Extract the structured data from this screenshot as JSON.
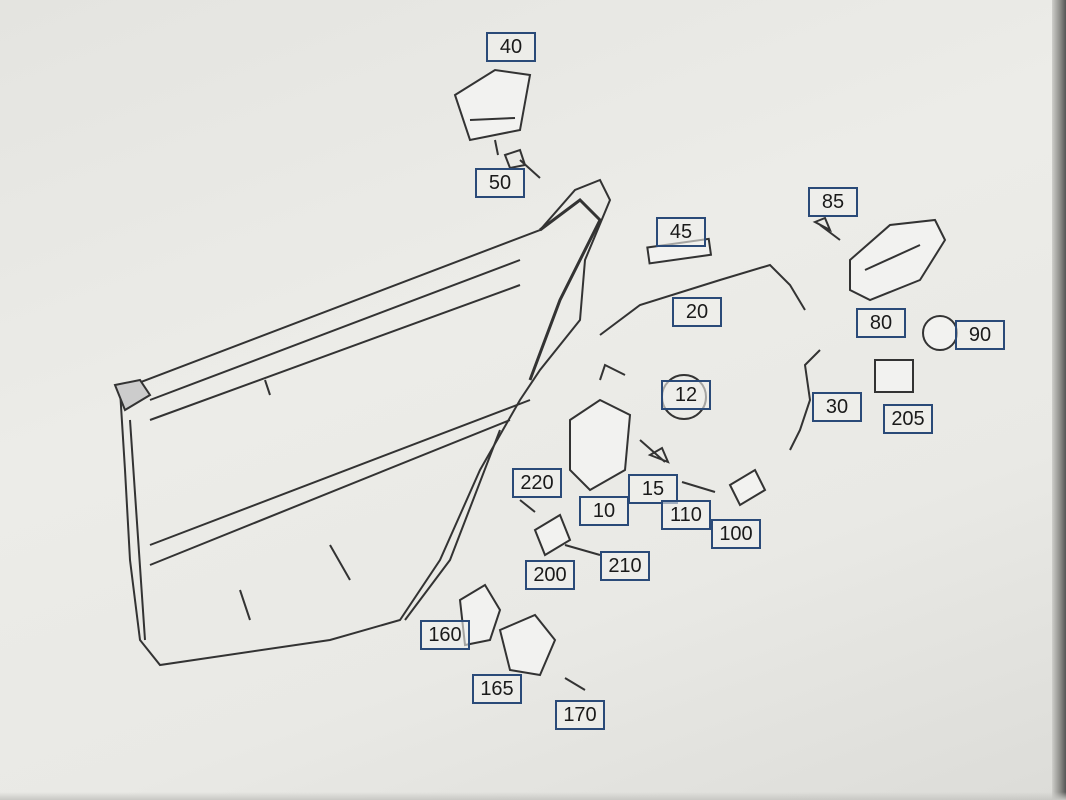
{
  "diagram": {
    "callouts": [
      {
        "id": "c40",
        "label": "40"
      },
      {
        "id": "c50",
        "label": "50"
      },
      {
        "id": "c85",
        "label": "85"
      },
      {
        "id": "c45",
        "label": "45"
      },
      {
        "id": "c20",
        "label": "20"
      },
      {
        "id": "c80",
        "label": "80"
      },
      {
        "id": "c90",
        "label": "90"
      },
      {
        "id": "c30",
        "label": "30"
      },
      {
        "id": "c205",
        "label": "205"
      },
      {
        "id": "c12",
        "label": "12"
      },
      {
        "id": "c15",
        "label": "15"
      },
      {
        "id": "c110",
        "label": "110"
      },
      {
        "id": "c100",
        "label": "100"
      },
      {
        "id": "c10",
        "label": "10"
      },
      {
        "id": "c220",
        "label": "220"
      },
      {
        "id": "c200",
        "label": "200"
      },
      {
        "id": "c210",
        "label": "210"
      },
      {
        "id": "c160",
        "label": "160"
      },
      {
        "id": "c165",
        "label": "165"
      },
      {
        "id": "c170",
        "label": "170"
      }
    ]
  }
}
